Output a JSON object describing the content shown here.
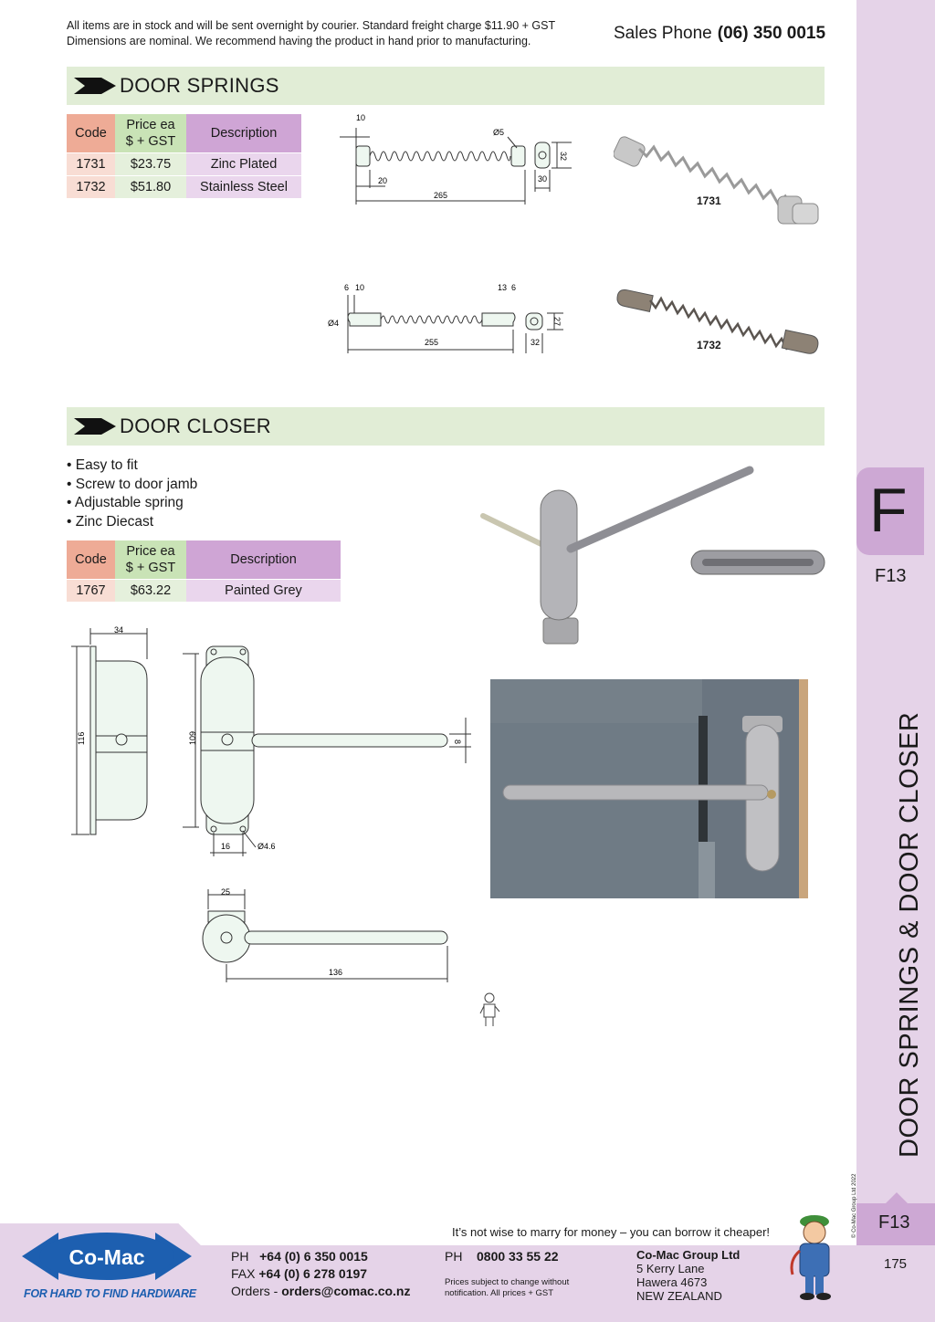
{
  "header": {
    "notice_line1": "All items are in stock and will be sent overnight by courier. Standard freight charge $11.90 + GST",
    "notice_line2": "Dimensions are nominal. We recommend having the product in hand prior to manufacturing.",
    "sales_label": "Sales Phone",
    "sales_number": "(06) 350 0015"
  },
  "door_springs": {
    "title": "DOOR SPRINGS",
    "table": {
      "headers": {
        "code": "Code",
        "price_line1": "Price ea",
        "price_line2": "$ + GST",
        "description": "Description"
      },
      "rows": [
        {
          "code": "1731",
          "price": "$23.75",
          "description": "Zinc Plated"
        },
        {
          "code": "1732",
          "price": "$51.80",
          "description": "Stainless Steel"
        }
      ]
    },
    "drawing_1731": {
      "d1": "10",
      "d2": "Ø5",
      "d3": "32",
      "d4": "20",
      "d5": "30",
      "d6": "265"
    },
    "drawing_1732": {
      "d1": "6",
      "d2": "10",
      "d3": "13",
      "d4": "6",
      "d5": "Ø4",
      "d6": "27",
      "d7": "255",
      "d8": "32"
    },
    "photo_captions": [
      "1731",
      "1732"
    ]
  },
  "door_closer": {
    "title": "DOOR CLOSER",
    "features": [
      "• Easy to fit",
      "• Screw to door jamb",
      "• Adjustable spring",
      "• Zinc Diecast"
    ],
    "table": {
      "headers": {
        "code": "Code",
        "price_line1": "Price ea",
        "price_line2": "$ + GST",
        "description": "Description"
      },
      "rows": [
        {
          "code": "1767",
          "price": "$63.22",
          "description": "Painted Grey"
        }
      ]
    },
    "drawing": {
      "d_width": "34",
      "d_height_side": "116",
      "d_height_front": "109",
      "d_arm": "8",
      "d_hole_spacing": "16",
      "d_hole": "Ø4.6",
      "d_top_width": "25",
      "d_length": "136"
    }
  },
  "sidebar": {
    "section_letter": "F",
    "page_code": "F13",
    "title": "DOOR SPRINGS & DOOR CLOSER",
    "copyright": "© Co-Mac Group Ltd 2022",
    "page_number": "175"
  },
  "footer": {
    "quote": "It’s not wise to marry for money – you can borrow it cheaper!",
    "logo_text": "Co-Mac",
    "tagline": "FOR HARD TO FIND HARDWARE",
    "ph_label": "PH",
    "ph_number": "+64 (0) 6 350 0015",
    "fax_label": "FAX",
    "fax_number": "+64 (0) 6 278 0197",
    "orders_label": "Orders -",
    "orders_email": "orders@comac.co.nz",
    "ph2_label": "PH",
    "ph2_number": "0800 33 55 22",
    "note_line1": "Prices subject to change without",
    "note_line2": "notification. All prices + GST",
    "company": "Co-Mac Group Ltd",
    "address_lines": [
      "5 Kerry Lane",
      "Hawera 4673",
      "NEW ZEALAND"
    ]
  },
  "colors": {
    "section_bar": "#e1edd6",
    "sidebar": "#e5d3e8",
    "tab": "#cda8d4",
    "code_header": "#eeab96",
    "price_header": "#c9e3b6",
    "desc_header": "#cfa5d5",
    "logo_blue": "#1d5fb0"
  },
  "icons": [
    "arrow-right-icon",
    "spring-drawing",
    "closer-drawing",
    "mascot-icon",
    "comac-logo"
  ]
}
